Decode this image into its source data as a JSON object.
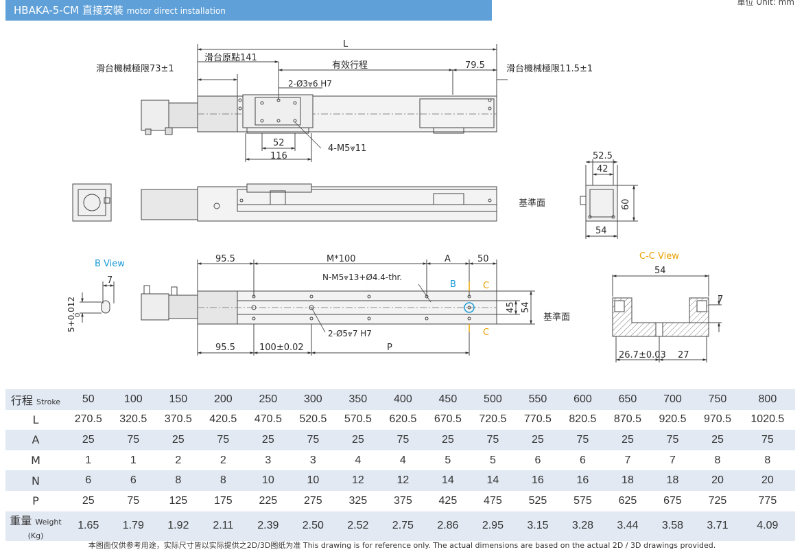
{
  "header": {
    "model": "HBAKA-5-CM",
    "title_cn": "直接安裝",
    "title_en": "motor direct installation",
    "unit": "單位 Unit: mm"
  },
  "top_view": {
    "L": "L",
    "stroke_cn": "有效行程",
    "slider_origin": "滑台原點141",
    "limit_left": "滑台機械極限73±1",
    "limit_right": "滑台機械極限11.5±1",
    "dim_79_5": "79.5",
    "hole_note": "2-Ø3⩔6 H7",
    "dim_52": "52",
    "dim_116": "116",
    "tap_note": "4-M5⩔11"
  },
  "end_view": {
    "dim_52_5": "52.5",
    "dim_42": "42",
    "dim_60": "60",
    "dim_54": "54",
    "datum": "基準面"
  },
  "side_view": {
    "datum": "基準面"
  },
  "bottom_view": {
    "b_view_title": "B View",
    "b_dim_7": "7",
    "b_dim_tol": "5+0.012",
    "b_dim_zero": "0",
    "dim_95_5_top": "95.5",
    "dim_m100": "M*100",
    "dim_a": "A",
    "dim_50": "50",
    "n_note": "N-M5⩔13+Ø4.4-thr.",
    "b_marker": "B",
    "c_marker_top": "C",
    "c_marker_bottom": "C",
    "dim_45": "45",
    "dim_54": "54",
    "datum": "基準面",
    "pin_note": "2-Ø5⩔7 H7",
    "dim_95_5_bottom": "95.5",
    "dim_100": "100±0.02",
    "dim_p": "P"
  },
  "cc_view": {
    "title": "C-C View",
    "dim_54": "54",
    "dim_7": "7",
    "dim_26_7": "26.7±0.03",
    "dim_27": "27"
  },
  "colors": {
    "header_blue": "#5fa0d8",
    "accent_blue": "#1a9ad6",
    "accent_orange": "#e8a000",
    "row_tint": "#e2e9f3"
  },
  "spec_table": {
    "rows": [
      {
        "label": "行程",
        "label_small": "Stroke",
        "values": [
          "50",
          "100",
          "150",
          "200",
          "250",
          "300",
          "350",
          "400",
          "450",
          "500",
          "550",
          "600",
          "650",
          "700",
          "750",
          "800"
        ]
      },
      {
        "label": "L",
        "label_small": "",
        "values": [
          "270.5",
          "320.5",
          "370.5",
          "420.5",
          "470.5",
          "520.5",
          "570.5",
          "620.5",
          "670.5",
          "720.5",
          "770.5",
          "820.5",
          "870.5",
          "920.5",
          "970.5",
          "1020.5"
        ]
      },
      {
        "label": "A",
        "label_small": "",
        "values": [
          "25",
          "75",
          "25",
          "75",
          "25",
          "75",
          "25",
          "75",
          "25",
          "75",
          "25",
          "75",
          "25",
          "75",
          "25",
          "75"
        ]
      },
      {
        "label": "M",
        "label_small": "",
        "values": [
          "1",
          "1",
          "2",
          "2",
          "3",
          "3",
          "4",
          "4",
          "5",
          "5",
          "6",
          "6",
          "7",
          "7",
          "8",
          "8"
        ]
      },
      {
        "label": "N",
        "label_small": "",
        "values": [
          "6",
          "6",
          "8",
          "8",
          "10",
          "10",
          "12",
          "12",
          "14",
          "14",
          "16",
          "16",
          "18",
          "18",
          "20",
          "20"
        ]
      },
      {
        "label": "P",
        "label_small": "",
        "values": [
          "25",
          "75",
          "125",
          "175",
          "225",
          "275",
          "325",
          "375",
          "425",
          "475",
          "525",
          "575",
          "625",
          "675",
          "725",
          "775"
        ]
      },
      {
        "label": "重量",
        "label_small": "Weight (Kg)",
        "values": [
          "1.65",
          "1.79",
          "1.92",
          "2.11",
          "2.39",
          "2.50",
          "2.52",
          "2.75",
          "2.86",
          "2.95",
          "3.15",
          "3.28",
          "3.44",
          "3.58",
          "3.71",
          "4.09"
        ]
      }
    ]
  },
  "footnote": "本图面仅供参考用途，实际尺寸皆以实际提供之2D/3D图纸为准 This drawing is for reference only. The actual dimensions are based on the actual 2D / 3D drawings provided."
}
